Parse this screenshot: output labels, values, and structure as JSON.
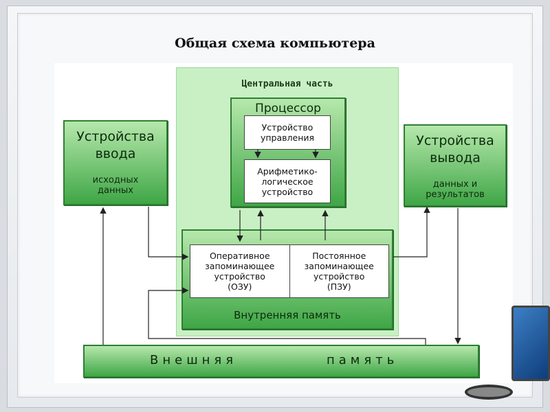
{
  "title": "Общая схема компьютера",
  "central": {
    "label": "Центральная часть"
  },
  "processor": {
    "label": "Процессор",
    "control_unit": "Устройство\nуправления",
    "alu": "Арифметико-\nлогическое\nустройство"
  },
  "input_device": {
    "heading": "Устройства\nввода",
    "subtitle": "исходных\nданных"
  },
  "output_device": {
    "heading": "Устройства\nвывода",
    "subtitle": "данных и\nрезультатов"
  },
  "internal_memory": {
    "label": "Внутренняя память",
    "ram": "Оперативное\nзапоминающее\nустройство\n(ОЗУ)",
    "rom": "Постоянное\nзапоминающее\nустройство\n(ПЗУ)"
  },
  "external_memory": {
    "label_part1": "Внешняя",
    "label_part2": "память"
  }
}
